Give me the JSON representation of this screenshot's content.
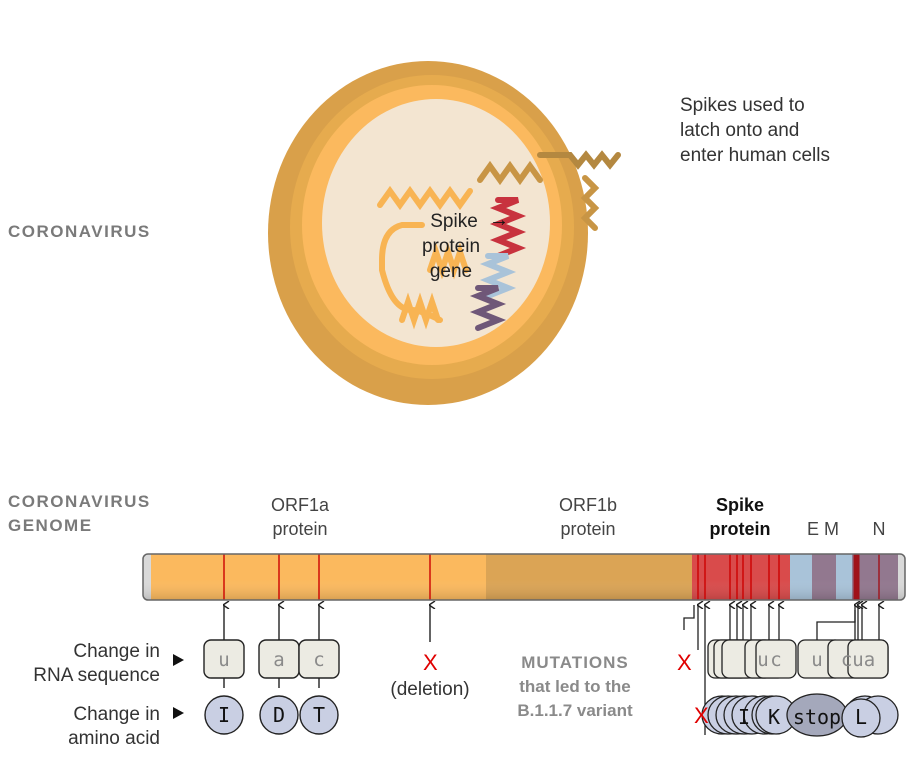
{
  "virus_section": {
    "label": "CORONAVIRUS",
    "spike_note": [
      "Spikes used to",
      "latch onto and",
      "enter human cells"
    ],
    "gene_callout": [
      "Spike",
      "protein",
      "gene"
    ],
    "arrow_glyph": "→"
  },
  "genome_section": {
    "label": [
      "CORONAVIRUS",
      "GENOME"
    ],
    "genes": [
      {
        "name": "ORF1a",
        "sub": "protein",
        "bold": false
      },
      {
        "name": "ORF1b",
        "sub": "protein",
        "bold": false
      },
      {
        "name": "Spike",
        "sub": "protein",
        "bold": true
      },
      {
        "name": "E M",
        "sub": "",
        "bold": false
      },
      {
        "name": "N",
        "sub": "",
        "bold": false
      }
    ],
    "colors": {
      "orf1a": "#fbb95e",
      "orf1b": "#dba455",
      "spike": "#d94b4b",
      "blue": "#a9c3d9",
      "purple": "#92788f",
      "mutation_line": "#cc0000"
    }
  },
  "legend": {
    "rna": [
      "Change in",
      "RNA sequence"
    ],
    "amino": [
      "Change in",
      "amino acid"
    ]
  },
  "mutations_left": [
    {
      "rna": "u",
      "amino": "I"
    },
    {
      "rna": "a",
      "amino": "D"
    },
    {
      "rna": "c",
      "amino": "T"
    }
  ],
  "deletion": {
    "mark": "X",
    "label": "(deletion)"
  },
  "mutations_label": [
    "MUTATIONS",
    "that led to the",
    "B.1.1.7 variant"
  ],
  "mutations_right": {
    "rna_visible": [
      "u",
      "c",
      "u",
      "cua"
    ],
    "amino_visible": [
      "I",
      "K",
      "stop",
      "L"
    ],
    "x_marks": [
      "X",
      "X"
    ]
  }
}
